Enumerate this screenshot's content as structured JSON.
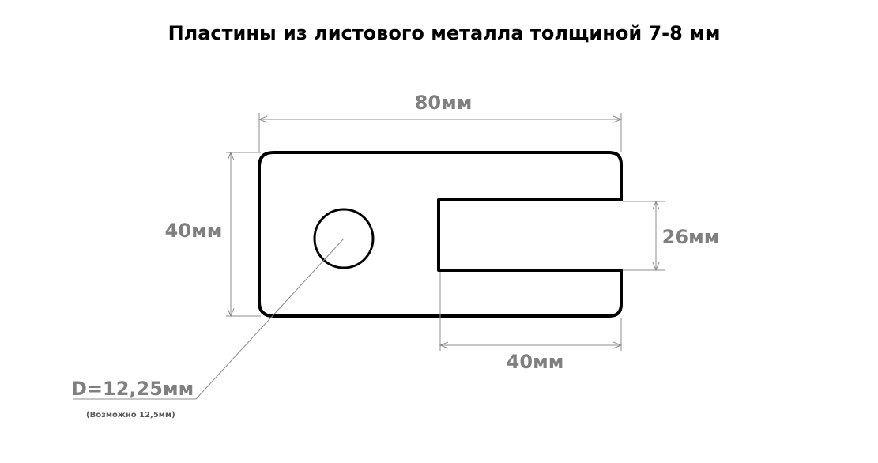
{
  "title": "Пластины из листового металла толщиной 7-8 мм",
  "dimensions": {
    "overall_length": "80мм",
    "overall_width": "40мм",
    "slot_width": "26мм",
    "slot_length": "40мм",
    "hole_diameter": "D=12,25мм",
    "hole_note": "(Возможно 12,5мм)"
  },
  "colors": {
    "outline": "#000000",
    "dimension_text": "#7f7f7f",
    "dimension_lines": "#8c8c8c"
  }
}
